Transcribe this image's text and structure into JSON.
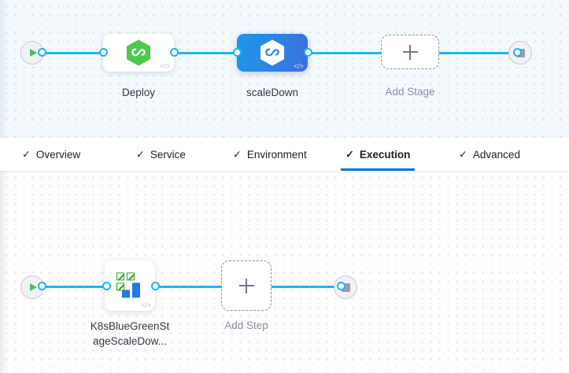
{
  "colors": {
    "edge": "#21b4f0",
    "accent": "#0278d5",
    "selected_node_start": "#1e95e8",
    "selected_node_end": "#3d6fdd",
    "stage_icon_green": "#4dc94d",
    "k8s_green": "#2aa02a",
    "k8s_blue": "#2679dd",
    "play_green": "#44c25c",
    "stop_grey": "#9b9bab",
    "dashed_border": "#8d8fa3",
    "stage_canvas_bg": "#f3f9fd",
    "step_canvas_bg": "#fdfdfe"
  },
  "stage_pipeline": {
    "start_node": {
      "icon": "play-icon"
    },
    "end_node": {
      "icon": "stop-icon"
    },
    "nodes": [
      {
        "label": "Deploy",
        "icon": "harness-hexagon-icon",
        "badge": "code-icon",
        "badge_text": "</>",
        "selected": false
      },
      {
        "label": "scaleDown",
        "icon": "harness-hexagon-icon",
        "badge": "code-icon",
        "badge_text": "</>",
        "selected": true
      }
    ],
    "add_stage": {
      "label": "Add Stage",
      "icon": "plus-icon"
    }
  },
  "tabs": {
    "items": [
      {
        "label": "Overview",
        "icon": "check-icon",
        "check": "✓",
        "active": false
      },
      {
        "label": "Service",
        "icon": "check-icon",
        "check": "✓",
        "active": false
      },
      {
        "label": "Environment",
        "icon": "check-icon",
        "check": "✓",
        "active": false
      },
      {
        "label": "Execution",
        "icon": "check-icon",
        "check": "✓",
        "active": true
      },
      {
        "label": "Advanced",
        "icon": "check-icon",
        "check": "✓",
        "active": false
      }
    ]
  },
  "step_pipeline": {
    "start_node": {
      "icon": "play-icon"
    },
    "end_node": {
      "icon": "stop-icon"
    },
    "step": {
      "label_line1": "K8sBlueGreenSt",
      "label_line2": "ageScaleDow...",
      "icon": "kubernetes-squares-icon",
      "badge_text": "</>"
    },
    "add_step": {
      "label": "Add Step",
      "icon": "plus-icon"
    }
  }
}
